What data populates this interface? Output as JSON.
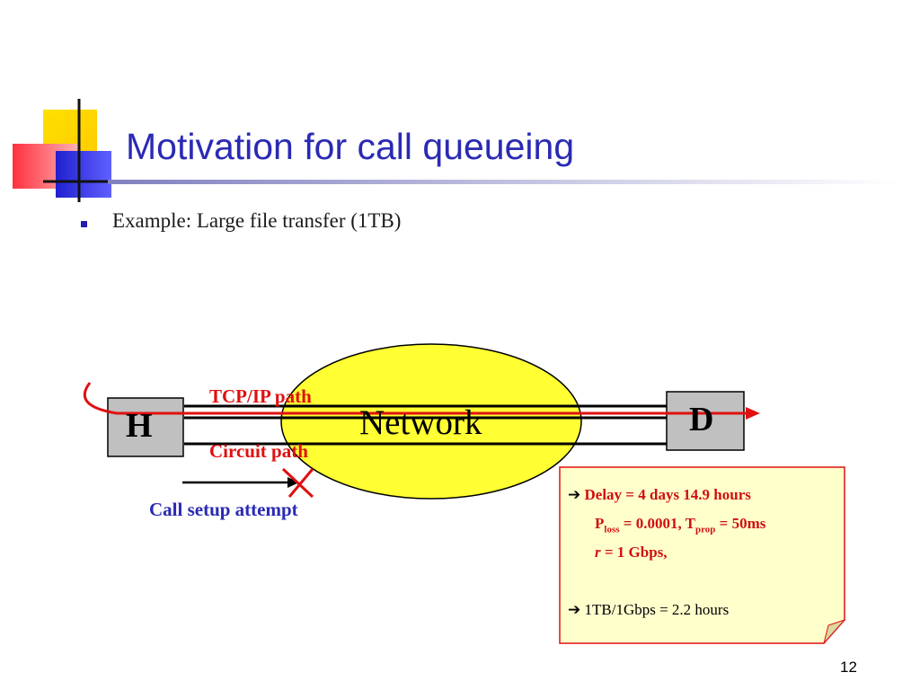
{
  "slide": {
    "title": "Motivation for call queueing",
    "bullet": "Example: Large file transfer (1TB)",
    "page_number": "12"
  },
  "diagram": {
    "host_label": "H",
    "dest_label": "D",
    "network_label": "Network",
    "tcp_path_label": "TCP/IP path",
    "circuit_path_label": "Circuit path",
    "call_setup_label": "Call setup attempt",
    "note": {
      "delay_label": "Delay = ",
      "delay_value": "4 days 14.9 hours",
      "p_symbol": "P",
      "loss_sub": "loss",
      "loss_value": " = 0.0001, T",
      "prop_sub": "prop",
      "prop_value": " = 50ms",
      "rate_symbol": "r",
      "rate_value": " = 1 Gbps,",
      "transfer_result": "1TB/1Gbps = 2.2 hours"
    }
  },
  "colors": {
    "title": "#2a2ab4",
    "red_annotations": "#e01010",
    "network_fill": "#ffff33",
    "note_fill": "#ffffcc",
    "box_fill": "#c0c0c0"
  },
  "icons": [
    "bullet-square-icon",
    "right-arrow-icon",
    "cross-mark-icon",
    "logo-squares"
  ]
}
